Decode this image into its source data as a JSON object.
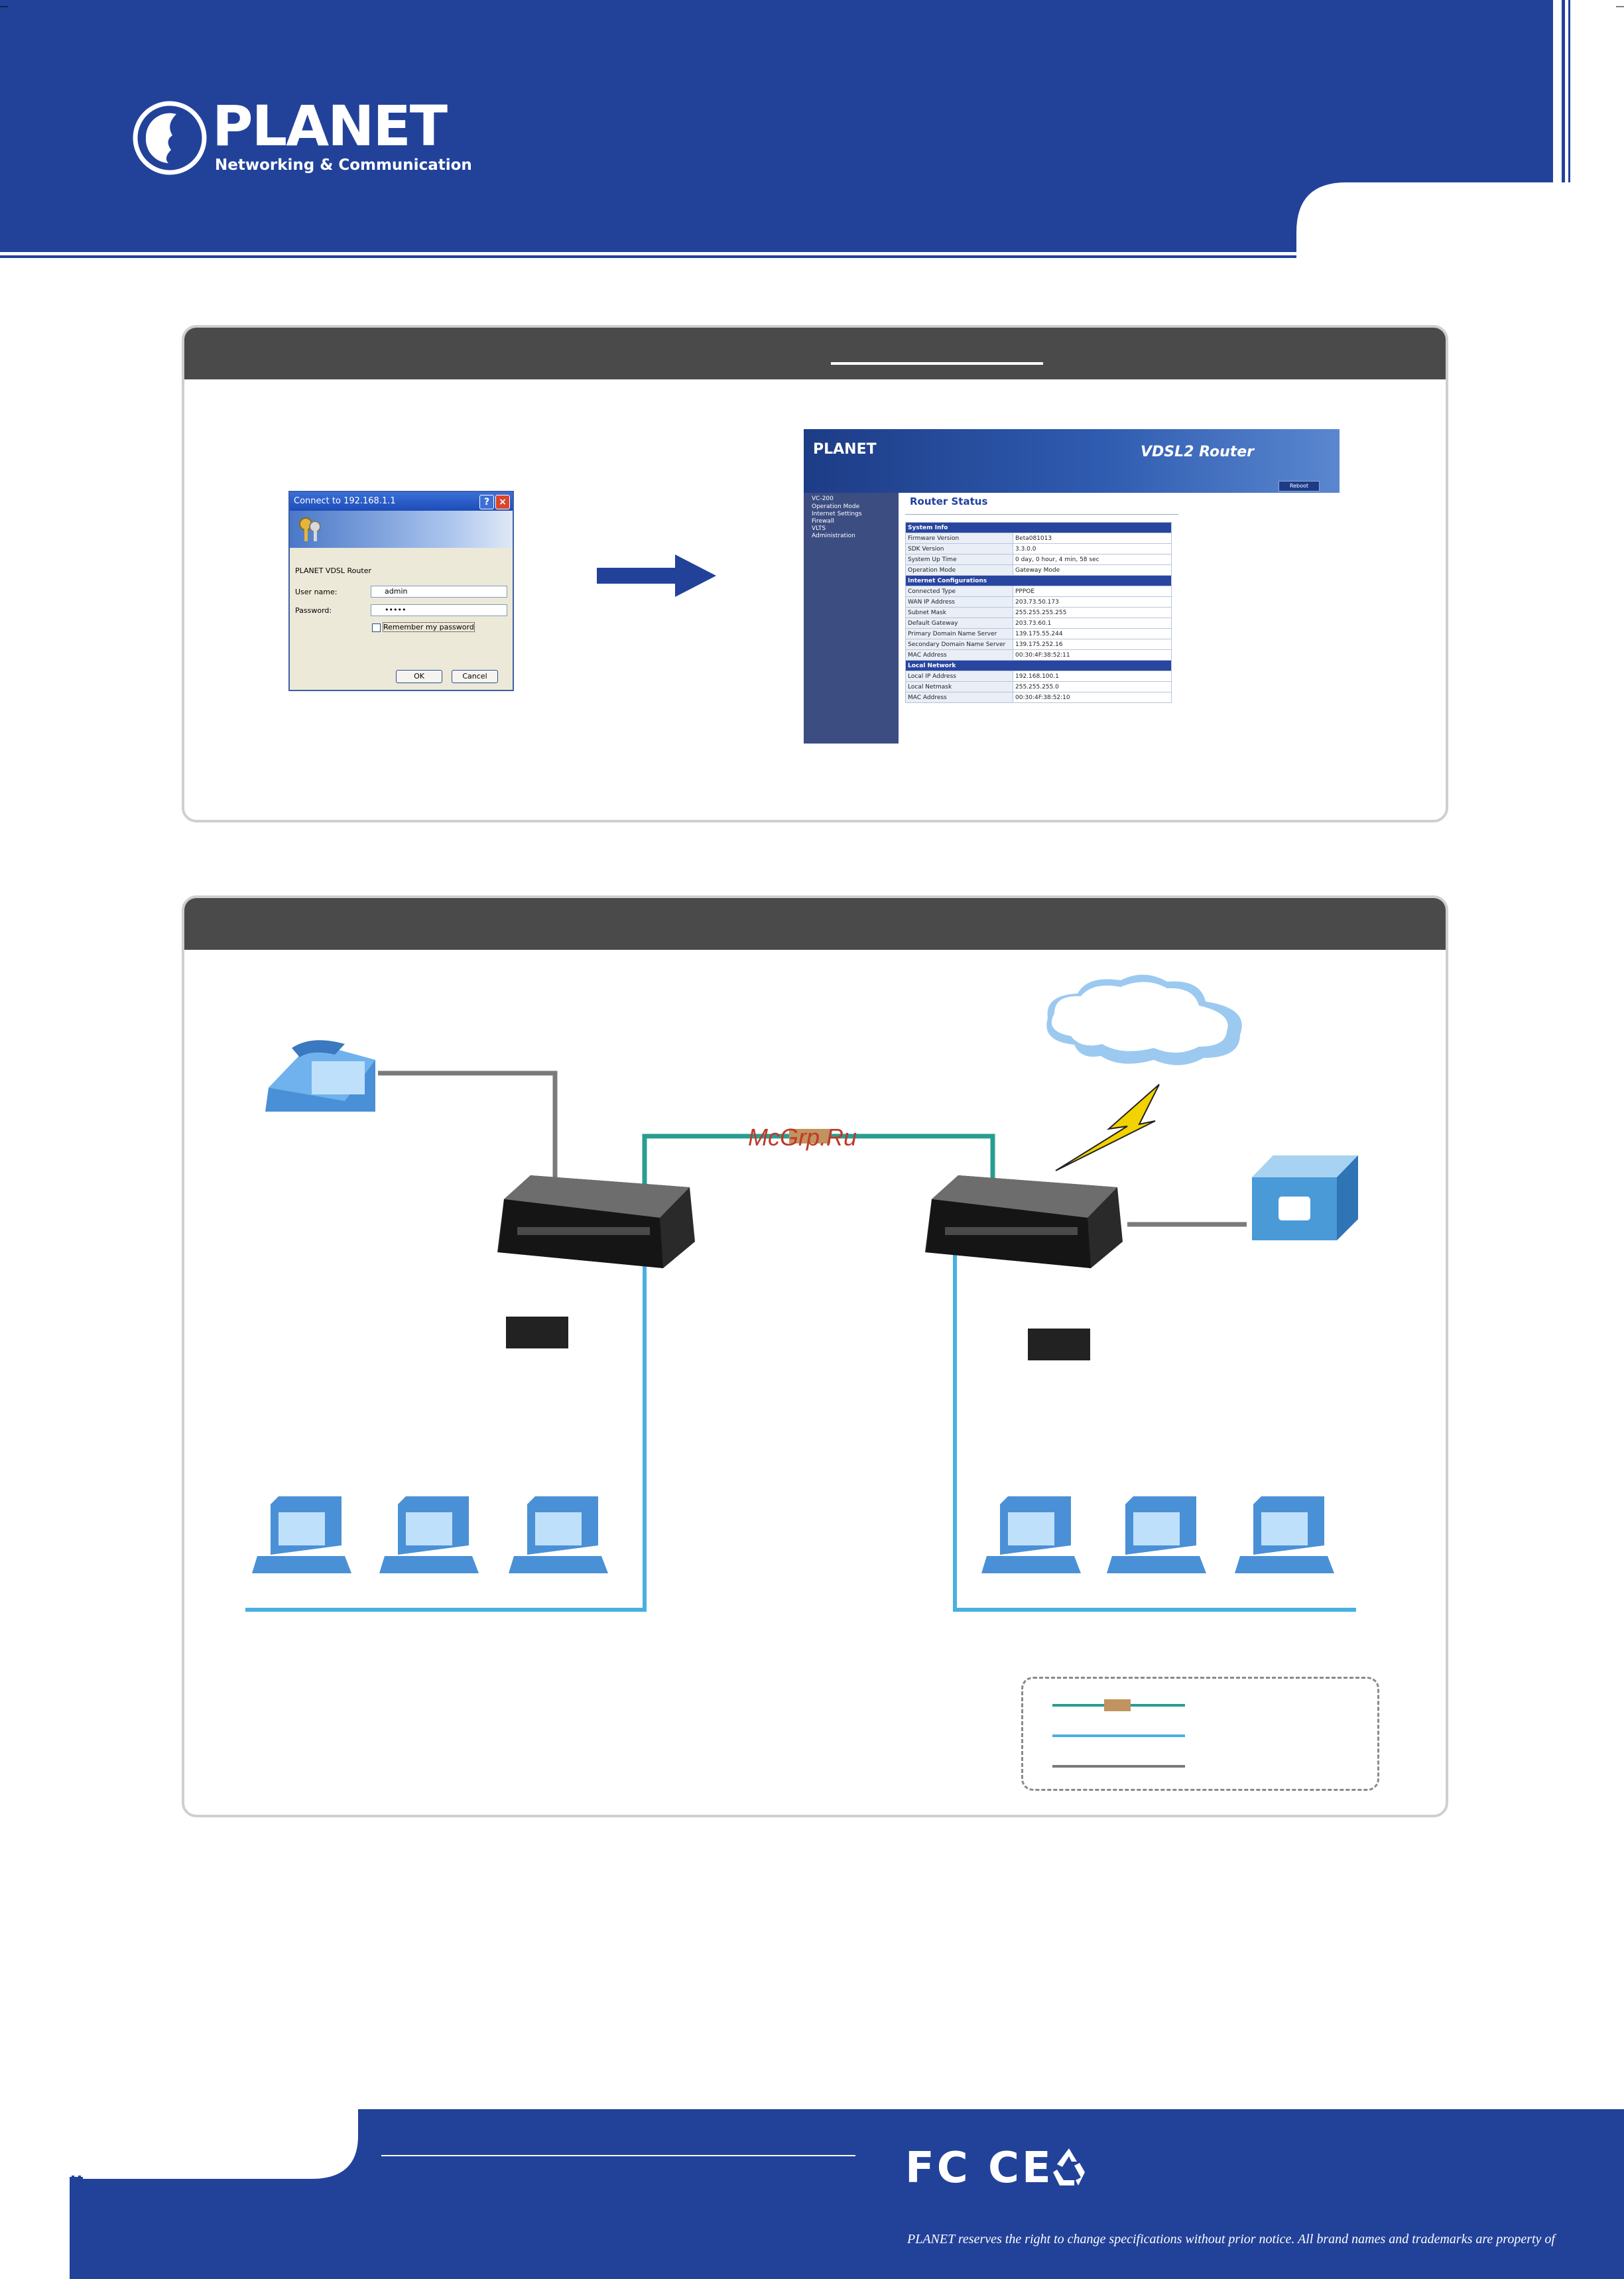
{
  "brand": {
    "name": "PLANET",
    "tagline": "Networking & Communication",
    "primary_color": "#22429a",
    "secondary_color": "#4a4a4a"
  },
  "login_dialog": {
    "title": "Connect to 192.168.1.1",
    "help_icon": "help-icon",
    "close_icon": "close-icon",
    "realm": "PLANET VDSL Router",
    "username_label": "User name:",
    "username_value": "admin",
    "password_label": "Password:",
    "password_value": "•••••",
    "remember_label": "Remember my password",
    "ok_label": "OK",
    "cancel_label": "Cancel"
  },
  "router_ui": {
    "banner_brand": "PLANET",
    "banner_title": "VDSL2 Router",
    "reboot_label": "Reboot",
    "nav": [
      "VC-200",
      "Operation Mode",
      "Internet Settings",
      "Firewall",
      "VLTS",
      "Administration"
    ],
    "page_title": "Router Status",
    "sections": [
      {
        "title": "System Info",
        "rows": [
          [
            "Firmware Version",
            "Beta081013"
          ],
          [
            "SDK Version",
            "3.3.0.0"
          ],
          [
            "System Up Time",
            "0 day, 0 hour, 4 min, 58 sec"
          ],
          [
            "Operation Mode",
            "Gateway Mode"
          ]
        ]
      },
      {
        "title": "Internet Configurations",
        "rows": [
          [
            "Connected Type",
            "PPPOE"
          ],
          [
            "WAN IP Address",
            "203.73.50.173"
          ],
          [
            "Subnet Mask",
            "255.255.255.255"
          ],
          [
            "Default Gateway",
            "203.73.60.1"
          ],
          [
            "Primary Domain Name Server",
            "139.175.55.244"
          ],
          [
            "Secondary Domain Name Server",
            "139.175.252.16"
          ],
          [
            "MAC Address",
            "00:30:4F:38:52:11"
          ]
        ]
      },
      {
        "title": "Local Network",
        "rows": [
          [
            "Local IP Address",
            "192.168.100.1"
          ],
          [
            "Local Netmask",
            "255.255.255.0"
          ],
          [
            "MAC Address",
            "00:30:4F:38:52:10"
          ]
        ]
      }
    ]
  },
  "diagram": {
    "watermark": "McGrp.Ru",
    "line_colors": {
      "vdsl": "#2a9d8f",
      "ethernet": "#4ab0e0",
      "phone": "#7a7a7a"
    }
  },
  "footer": {
    "certifications": "FC CE",
    "disclaimer": "PLANET reserves the right to change specifications without prior notice.  All brand names and trademarks are property of"
  }
}
